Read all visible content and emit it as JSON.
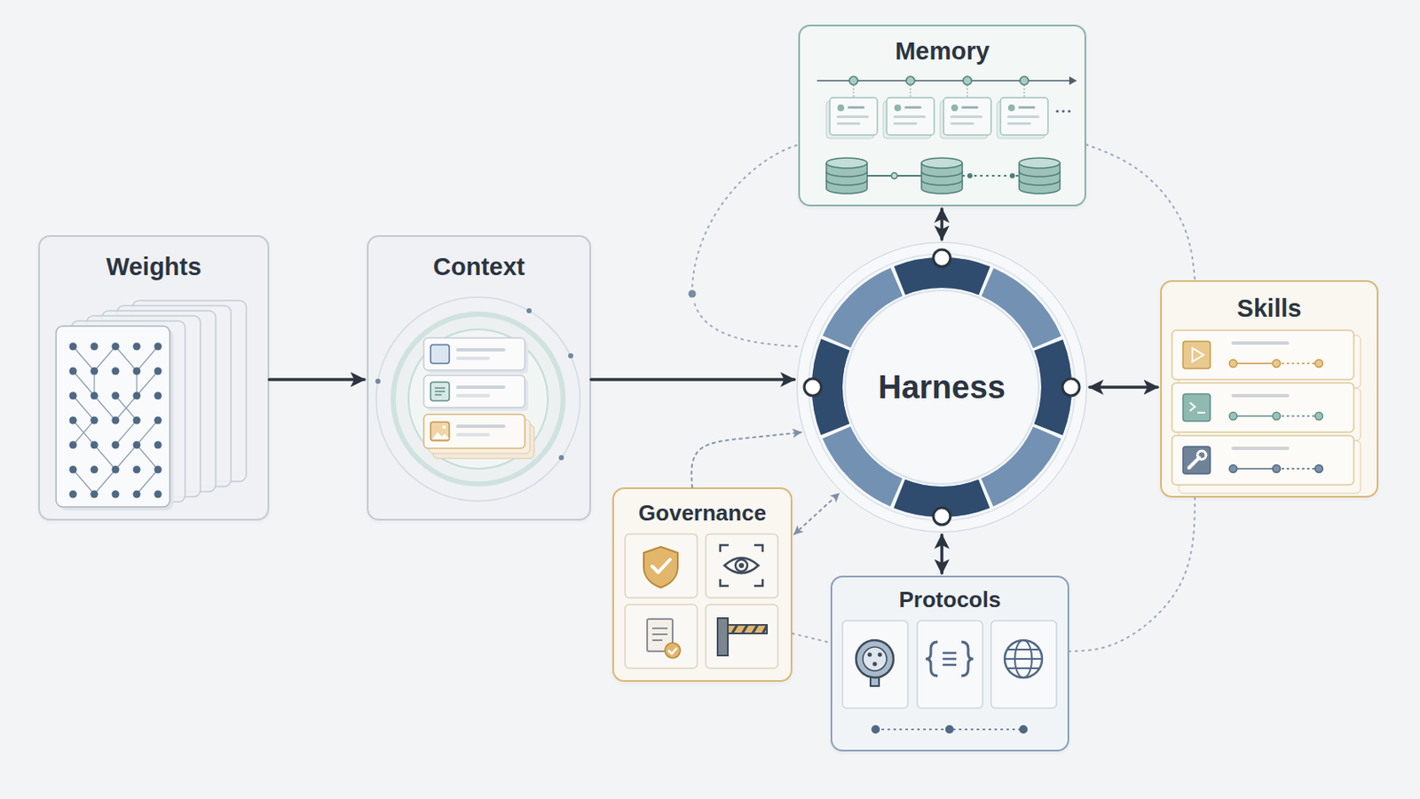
{
  "diagram": {
    "nodes": [
      {
        "text": [
          "Weights"
        ]
      },
      {
        "text": [
          "Context"
        ]
      },
      {
        "text": [
          "Memory"
        ]
      },
      {
        "text": [
          "Harness"
        ]
      },
      {
        "text": [
          "Skills"
        ]
      },
      {
        "text": [
          "Governance"
        ]
      },
      {
        "text": [
          "Protocols"
        ]
      }
    ],
    "edges": [
      {
        "from": 0,
        "to": 1,
        "arrow": "to"
      },
      {
        "from": 1,
        "to": 3,
        "arrow": "to"
      },
      {
        "from": 2,
        "to": 3,
        "arrow": "both"
      },
      {
        "from": 3,
        "to": 4,
        "arrow": "both"
      },
      {
        "from": 3,
        "to": 6,
        "arrow": "both"
      },
      {
        "from": 5,
        "to": 3,
        "arrow": "both"
      },
      {
        "from": 5,
        "to": 3,
        "arrow": "to"
      },
      {
        "from": 2,
        "to": 4,
        "arrow": "none"
      },
      {
        "from": 4,
        "to": 6,
        "arrow": "none"
      },
      {
        "from": 5,
        "to": 6,
        "arrow": "none"
      }
    ]
  }
}
